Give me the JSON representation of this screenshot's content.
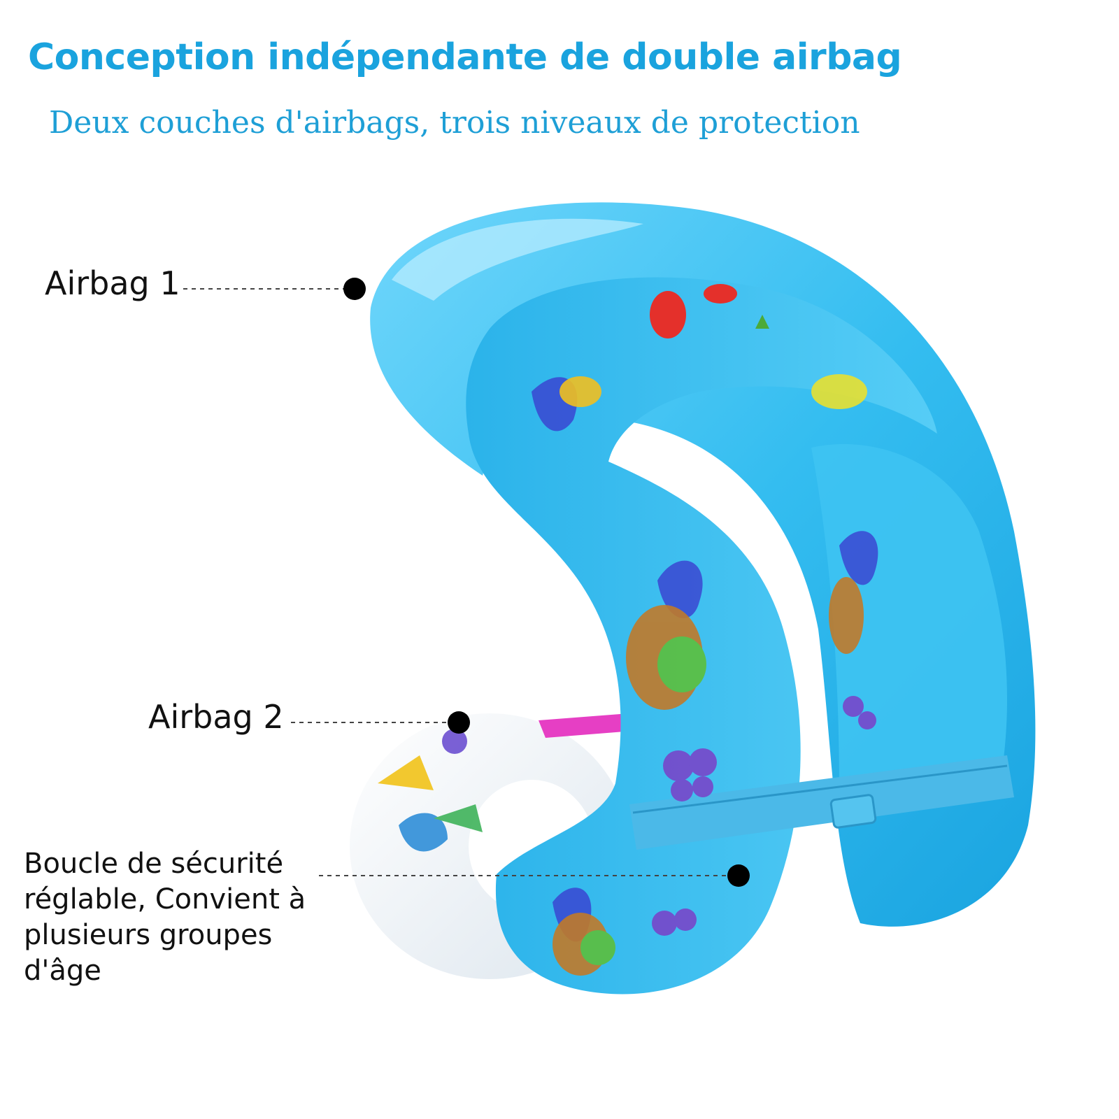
{
  "header": {
    "title": "Conception indépendante de double airbag",
    "subtitle": "Deux couches d'airbags, trois niveaux de protection"
  },
  "callouts": [
    {
      "label": "Airbag 1"
    },
    {
      "label": "Airbag 2"
    },
    {
      "label": "Boucle de sécurité réglable, Convient à plusieurs groupes d'âge"
    }
  ],
  "colors": {
    "title": "#1aa3de",
    "float_blue": "#3cc0f0",
    "float_white": "#f4f7fa",
    "label_text": "#111111"
  }
}
